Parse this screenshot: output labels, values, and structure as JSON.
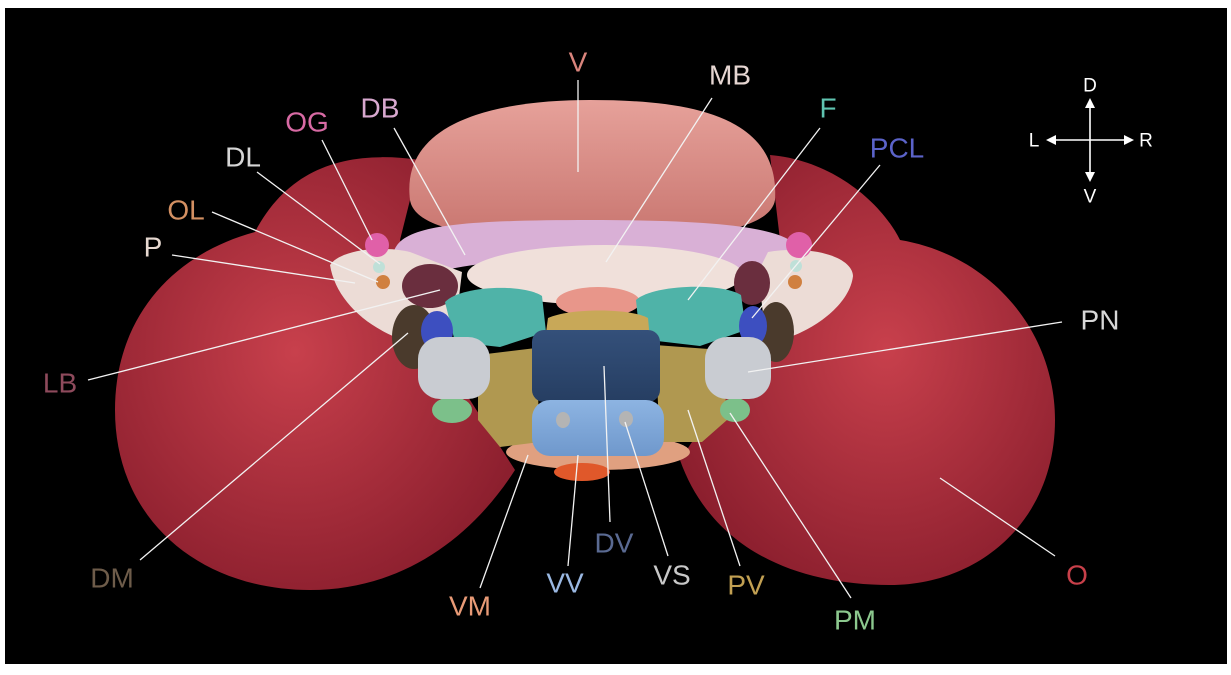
{
  "labels": {
    "v": {
      "text": "V",
      "color": "#d9847c"
    },
    "mb": {
      "text": "MB",
      "color": "#e6d6d2"
    },
    "f": {
      "text": "F",
      "color": "#5fc3b0"
    },
    "pcl": {
      "text": "PCL",
      "color": "#5b63c9"
    },
    "db": {
      "text": "DB",
      "color": "#d8a8cf"
    },
    "og": {
      "text": "OG",
      "color": "#d86aa4"
    },
    "dl": {
      "text": "DL",
      "color": "#d6d6d6"
    },
    "ol": {
      "text": "OL",
      "color": "#d49062"
    },
    "p": {
      "text": "P",
      "color": "#e6d8d0"
    },
    "lb": {
      "text": "LB",
      "color": "#8e4a5c"
    },
    "dm": {
      "text": "DM",
      "color": "#6e5c4a"
    },
    "pn": {
      "text": "PN",
      "color": "#d8d8d8"
    },
    "o": {
      "text": "O",
      "color": "#c8404a"
    },
    "vm": {
      "text": "VM",
      "color": "#e89a76"
    },
    "vv": {
      "text": "VV",
      "color": "#9ab8e2"
    },
    "dv": {
      "text": "DV",
      "color": "#5a6a92"
    },
    "vs": {
      "text": "VS",
      "color": "#c8c8c8"
    },
    "pv": {
      "text": "PV",
      "color": "#c2a052"
    },
    "pm": {
      "text": "PM",
      "color": "#8cc88e"
    }
  },
  "compass": {
    "dorsal": "D",
    "ventral": "V",
    "left": "L",
    "right": "R"
  }
}
